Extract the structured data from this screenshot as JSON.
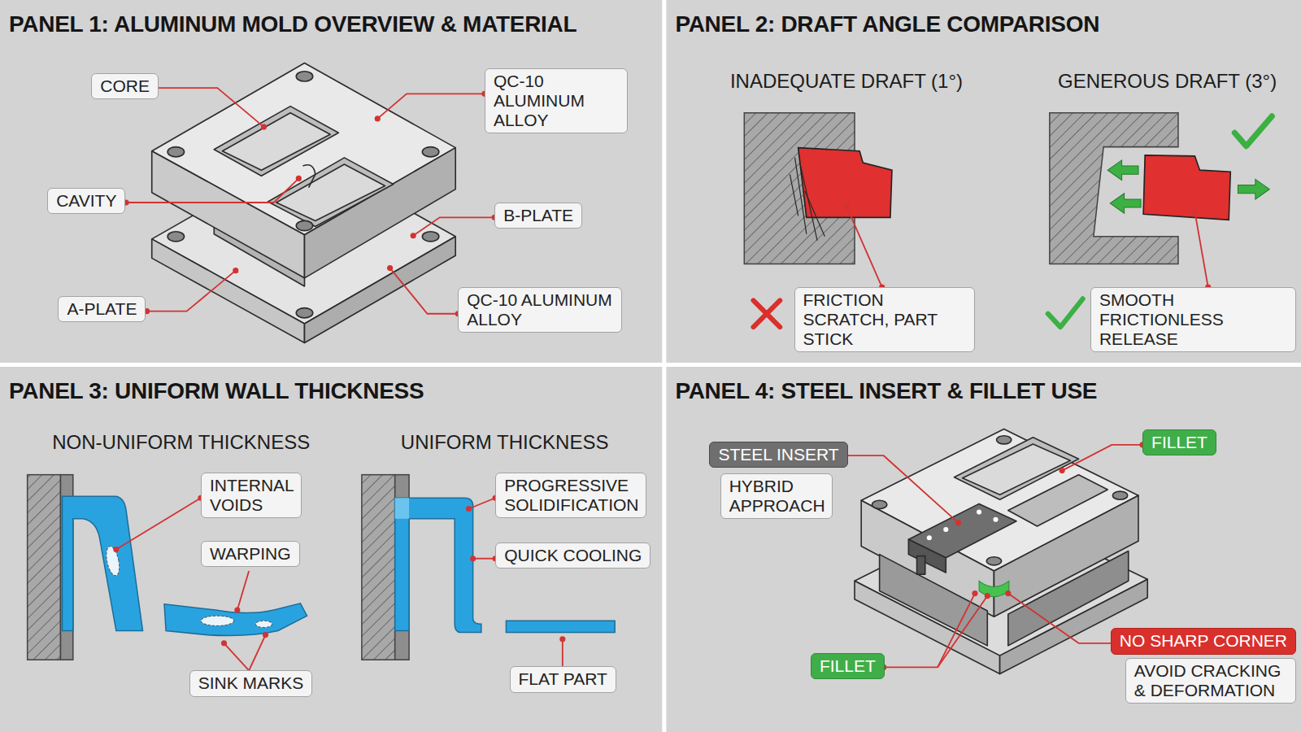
{
  "diagram": {
    "nodes": [
      {
        "text": [
          "PANEL 1: ALUMINUM MOLD OVERVIEW & MATERIAL"
        ]
      },
      {
        "text": [
          "CORE"
        ],
        "in": 0
      },
      {
        "text": [
          "QC-10 ALUMINUM ALLOY"
        ],
        "in": 0
      },
      {
        "text": [
          "CAVITY"
        ],
        "in": 0
      },
      {
        "text": [
          "B-PLATE"
        ],
        "in": 0
      },
      {
        "text": [
          "A-PLATE"
        ],
        "in": 0
      },
      {
        "text": [
          "QC-10 ALUMINUM ALLOY"
        ],
        "in": 0
      },
      {
        "text": [
          "PANEL 2: DRAFT ANGLE COMPARISON"
        ]
      },
      {
        "text": [
          "FRICTION SCRATCH, PART STICK"
        ],
        "in": 7
      },
      {
        "text": [
          "SMOOTH FRICTIONLESS RELEASE"
        ],
        "in": 7
      },
      {
        "text": [
          "PANEL 3: UNIFORM WALL THICKNESS"
        ]
      },
      {
        "text": [
          "INTERNAL VOIDS"
        ],
        "in": 10
      },
      {
        "text": [
          "WARPING"
        ],
        "in": 10
      },
      {
        "text": [
          "SINK MARKS"
        ],
        "in": 10
      },
      {
        "text": [
          "PROGRESSIVE SOLIDIFICATION"
        ],
        "in": 10
      },
      {
        "text": [
          "QUICK COOLING"
        ],
        "in": 10
      },
      {
        "text": [
          "FLAT PART"
        ],
        "in": 10
      },
      {
        "text": [
          "PANEL 4: STEEL INSERT & FILLET USE"
        ]
      },
      {
        "text": [
          "STEEL INSERT"
        ],
        "in": 17
      },
      {
        "text": [
          "HYBRID APPROACH"
        ],
        "in": 17
      },
      {
        "text": [
          "FILLET"
        ],
        "in": 17
      },
      {
        "text": [
          "FILLET"
        ],
        "in": 17
      },
      {
        "text": [
          "NO SHARP CORNER"
        ],
        "in": 17
      },
      {
        "text": [
          "AVOID CRACKING & DEFORMATION"
        ],
        "in": 17
      }
    ],
    "labels": [
      "INADEQUATE DRAFT (1°)",
      "GENEROUS DRAFT (3°)",
      "NON-UNIFORM THICKNESS",
      "UNIFORM THICKNESS"
    ]
  }
}
